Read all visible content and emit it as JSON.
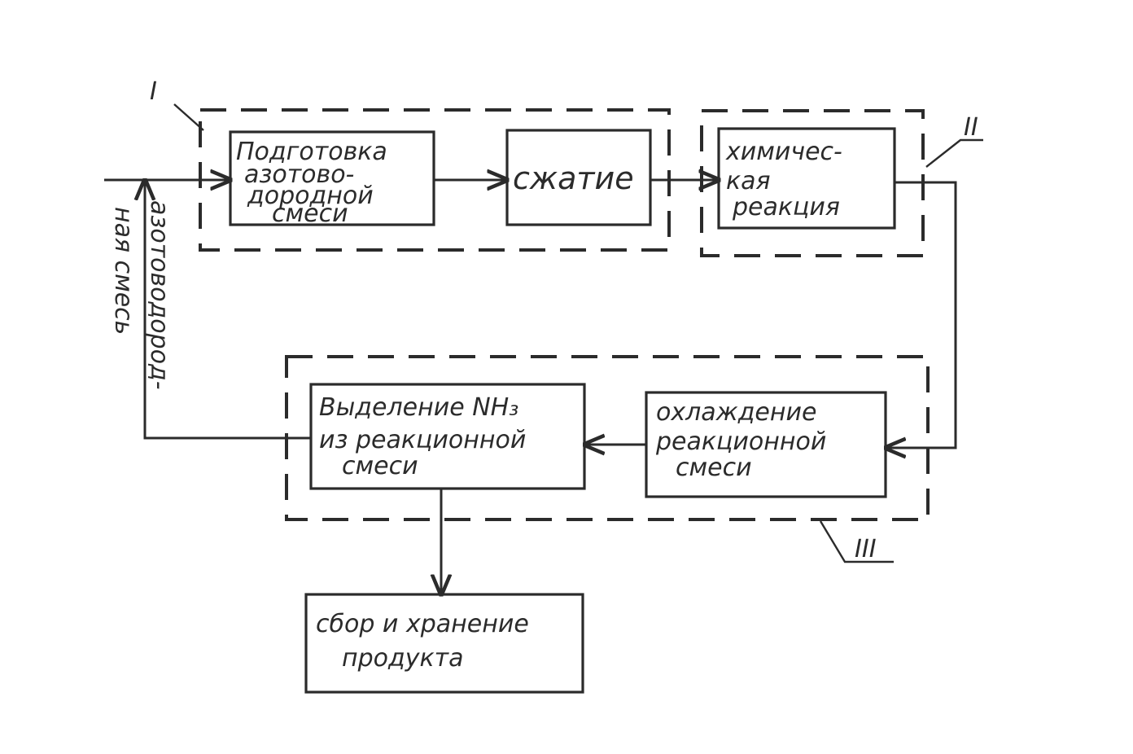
{
  "blocks": {
    "preparation": [
      "Подготовка",
      "азотово-",
      "дородной",
      "смеси"
    ],
    "compression": [
      "сжатие"
    ],
    "reaction": [
      "химичес-",
      "кая",
      "реакция"
    ],
    "separation": [
      "Выделение NH₃",
      "из реакционной",
      "смеси"
    ],
    "cooling": [
      "охлаждение",
      "реакционной",
      "смеси"
    ],
    "storage": [
      "сбор и хранение",
      "продукта"
    ]
  },
  "side_label": [
    "азотоводород-",
    "ная смесь"
  ],
  "groups": {
    "group_1": "I",
    "group_2": "II",
    "group_3": "III"
  }
}
